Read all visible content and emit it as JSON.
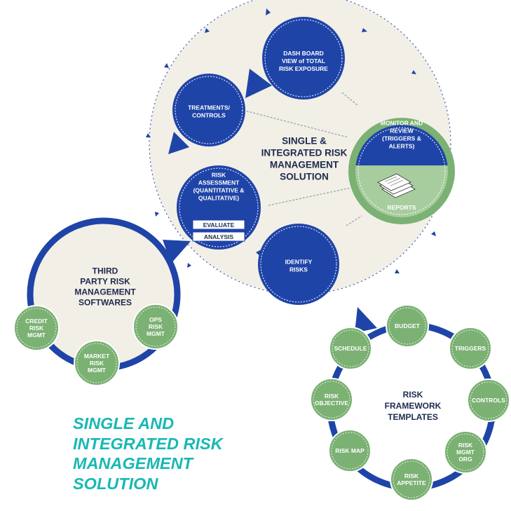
{
  "main_circle": {
    "center_title": [
      "SINGLE &",
      "INTEGRATED RISK",
      "MANAGEMENT",
      "SOLUTION"
    ]
  },
  "nodes": {
    "dashboard": [
      "DASH BOARD",
      "VIEW of TOTAL",
      "RISK EXPOSURE"
    ],
    "treatments": [
      "TREATMENTS/",
      "CONTROLS"
    ],
    "risk_assessment": [
      "RISK",
      "ASSESSMENT",
      "(QUANTITATIVE &",
      "QUALITATIVE)"
    ],
    "evaluate_label": "EVALUATE",
    "analysis_label": "ANALYSIS",
    "identify": [
      "IDENTIFY",
      "RISKS"
    ],
    "monitor": [
      "MONITOR AND",
      "REVIEW",
      "(TRIGGERS &",
      "ALERTS)"
    ],
    "reports": "REPORTS"
  },
  "third_party": {
    "title": [
      "THIRD",
      "PARTY RISK",
      "MANAGEMENT",
      "SOFTWARES"
    ],
    "items": [
      [
        "CREDIT",
        "RISK",
        "MGMT"
      ],
      [
        "MARKET",
        "RISK",
        "MGMT"
      ],
      [
        "OPS",
        "RISK",
        "MGMT"
      ]
    ]
  },
  "framework": {
    "title": [
      "RISK",
      "FRAMEWORK",
      "TEMPLATES"
    ],
    "items": [
      [
        "BUDGET"
      ],
      [
        "TRIGGERS"
      ],
      [
        "CONTROLS"
      ],
      [
        "RISK",
        "MGMT",
        "ORG"
      ],
      [
        "RISK",
        "APPETITE"
      ],
      [
        "RISK MAP"
      ],
      [
        "RISK",
        "OBJECTIVE"
      ],
      [
        "SCHEDULE"
      ]
    ]
  },
  "caption": [
    "SINGLE AND",
    "INTEGRATED RISK",
    "MANAGEMENT",
    "SOLUTION"
  ],
  "colors": {
    "navy": "#1f44a8",
    "green": "#7bb173",
    "green_light": "#a7cd9e",
    "cream": "#f2efe6",
    "teal": "#19b8b4"
  }
}
